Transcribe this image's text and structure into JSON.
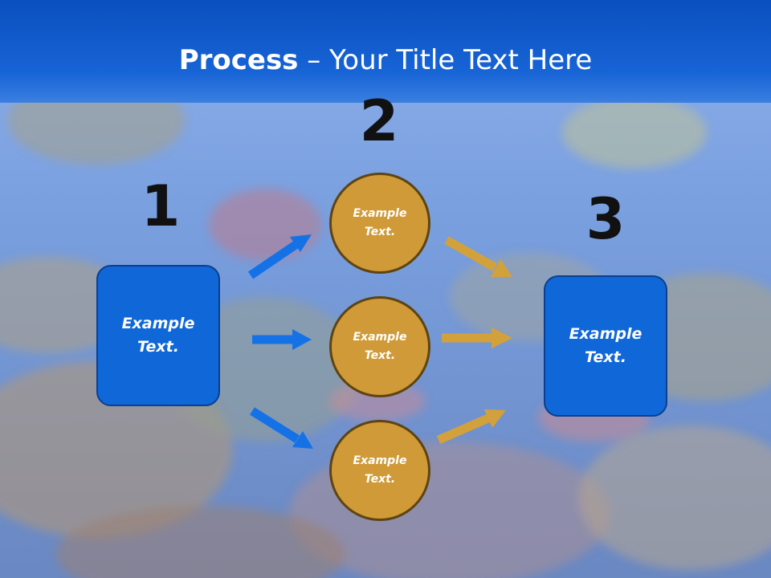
{
  "title": {
    "bold": "Process",
    "rest": " – Your Title Text Here"
  },
  "steps": {
    "one": "1",
    "two": "2",
    "three": "3"
  },
  "boxes": {
    "left": "Example Text.",
    "right": "Example Text."
  },
  "circles": {
    "top": "Example Text.",
    "middle": "Example Text.",
    "bottom": "Example Text."
  },
  "colors": {
    "blue": "#0f67d8",
    "gold": "#cf9a37",
    "blue_arrow": "#1572e6",
    "gold_arrow": "#d3a13c"
  }
}
